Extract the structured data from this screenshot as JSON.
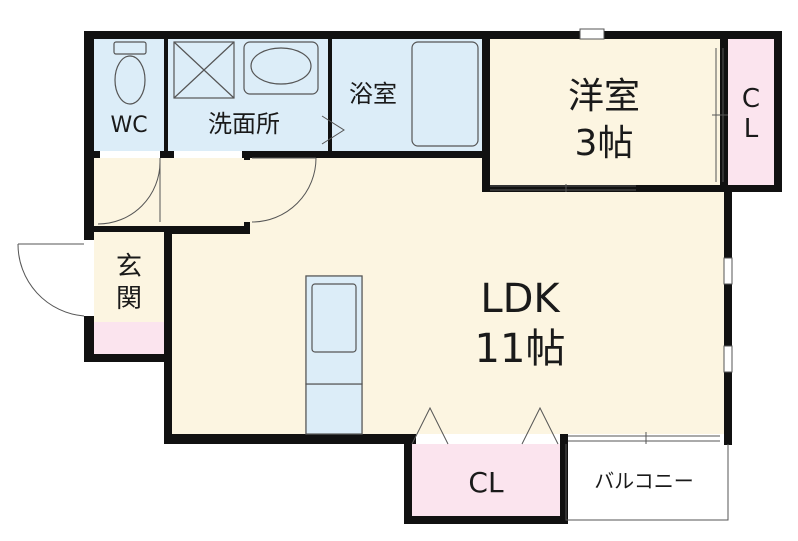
{
  "rooms": {
    "wc": "WC",
    "washroom": "洗面所",
    "bath": "浴室",
    "western_room_name": "洋室",
    "western_room_size": "3帖",
    "closet_upper": "CL",
    "entrance_line1": "玄",
    "entrance_line2": "関",
    "ldk_name": "LDK",
    "ldk_size": "11帖",
    "closet_lower": "CL",
    "balcony": "バルコニー"
  },
  "colors": {
    "wet_area": "#dcedf8",
    "living_area": "#fcf5e1",
    "closet": "#fbe4ee",
    "wall": "#111111",
    "fixture_stroke": "#555555"
  }
}
